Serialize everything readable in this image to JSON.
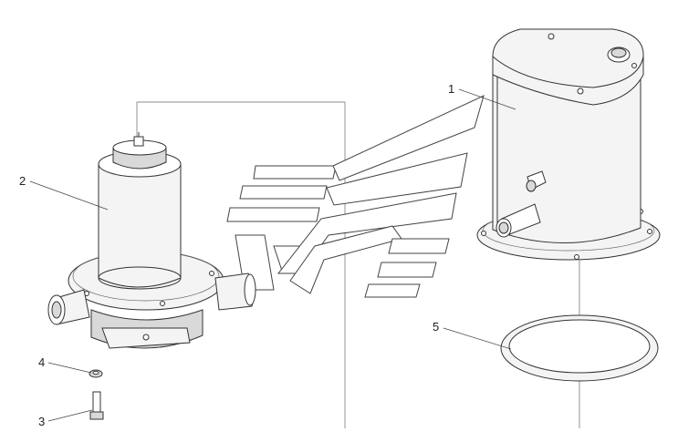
{
  "callouts": [
    {
      "label": "1"
    },
    {
      "label": "2"
    },
    {
      "label": "3"
    },
    {
      "label": "4"
    },
    {
      "label": "5"
    }
  ],
  "colors": {
    "line": "#333333",
    "background": "#ffffff",
    "shade": "#d9d9d9"
  }
}
